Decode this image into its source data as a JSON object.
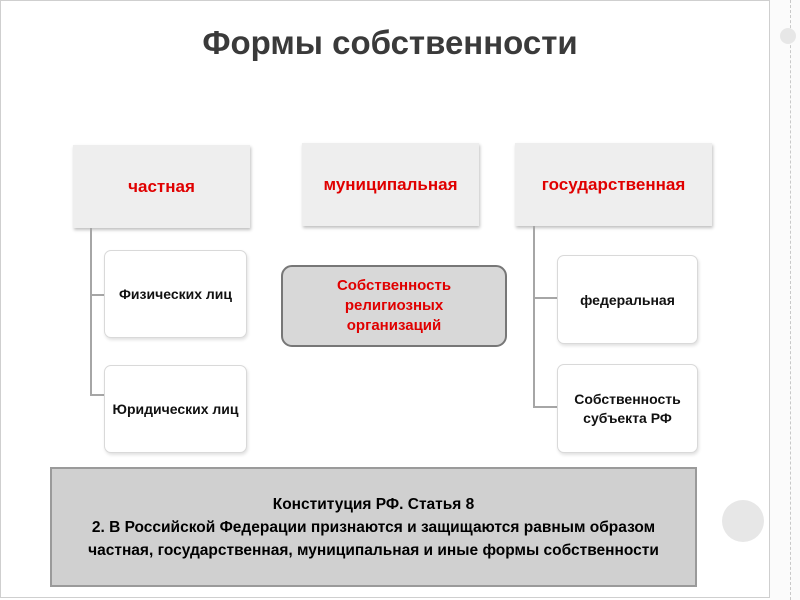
{
  "slide": {
    "title": "Формы собственности"
  },
  "columns": {
    "private": {
      "label": "частная",
      "children": [
        "Физических лиц",
        "Юридических лиц"
      ]
    },
    "municipal": {
      "label": "муниципальная"
    },
    "state": {
      "label": "государственная",
      "children": [
        "федеральная",
        "Собственность субъекта РФ"
      ]
    }
  },
  "center_box": {
    "label": "Собственность религиозных организаций"
  },
  "constitution": {
    "line1": "Конституция РФ. Статья 8",
    "line2": "2. В Российской Федерации признаются и защищаются равным образом частная, государственная, муниципальная и иные формы собственности"
  },
  "colors": {
    "accent": "#e00000",
    "head_fill": "#eeeeee",
    "connector": "#a6a6a6",
    "footer_fill": "#d0d0d0"
  }
}
